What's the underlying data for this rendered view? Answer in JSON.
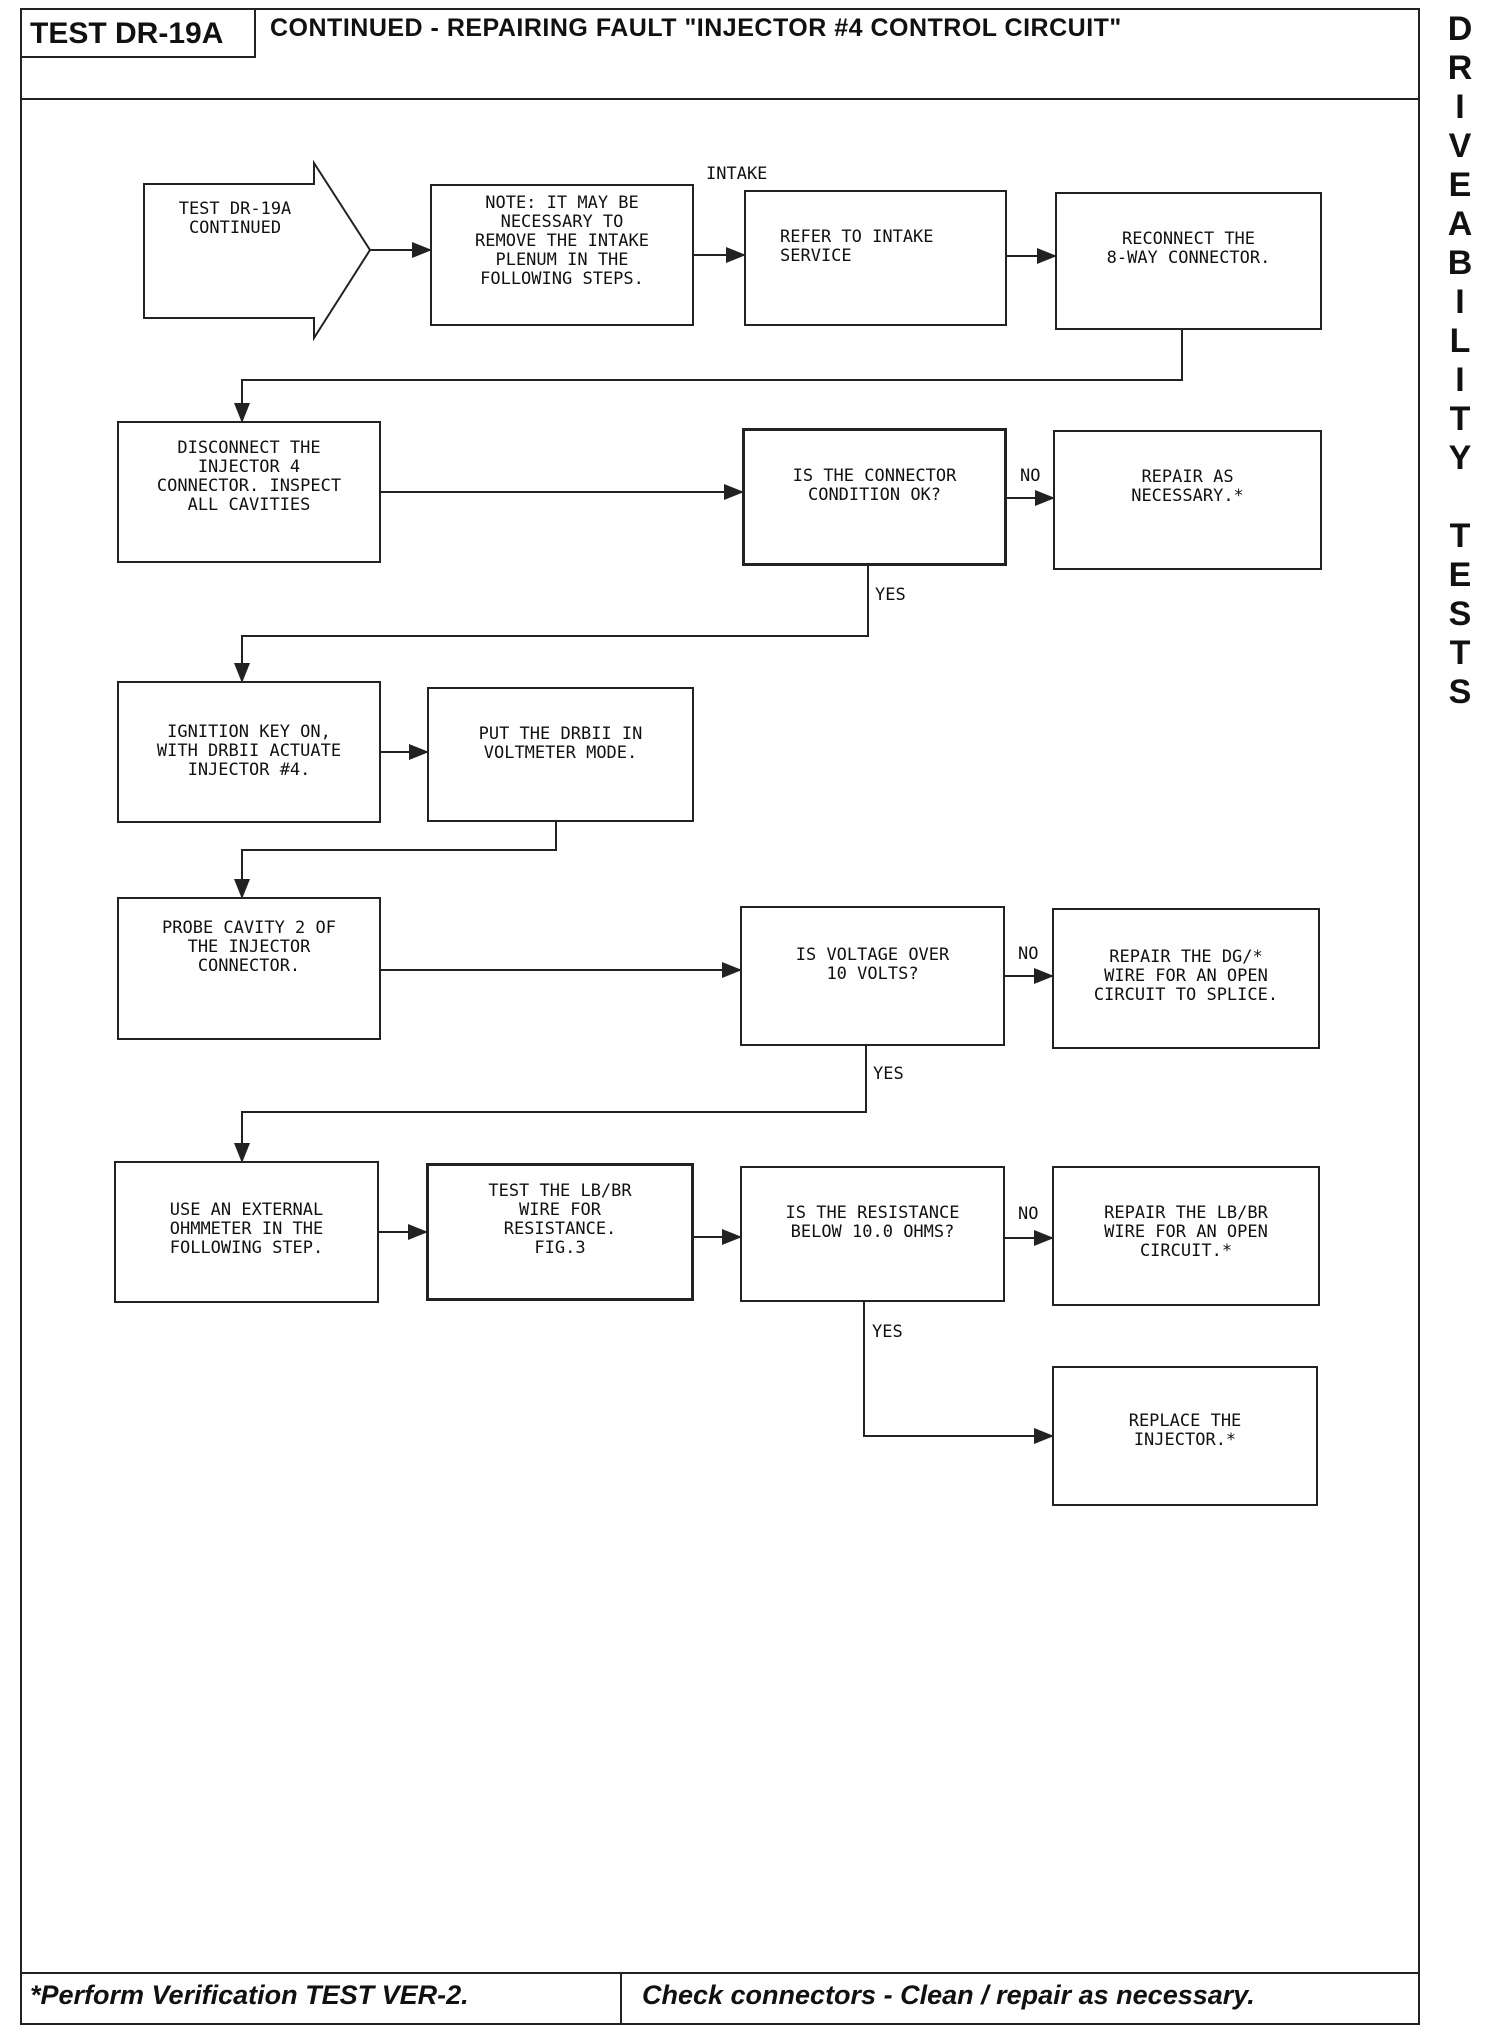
{
  "header": {
    "test_id": "TEST DR-19A",
    "title": "CONTINUED - REPAIRING FAULT \"INJECTOR #4 CONTROL CIRCUIT\""
  },
  "side_tab": [
    "D",
    "R",
    "I",
    "V",
    "E",
    "A",
    "B",
    "I",
    "L",
    "I",
    "T",
    "Y",
    "",
    "T",
    "E",
    "S",
    "T",
    "S"
  ],
  "flowchart": {
    "start": "TEST DR-19A\nCONTINUED",
    "note": "NOTE: IT MAY BE\nNECESSARY TO\nREMOVE THE INTAKE\nPLENUM IN THE\nFOLLOWING STEPS.",
    "intake_label": "INTAKE",
    "refer_intake": "REFER TO INTAKE\nSERVICE",
    "reconnect": "RECONNECT THE\n8-WAY CONNECTOR.",
    "disconnect": "DISCONNECT THE\nINJECTOR 4\nCONNECTOR. INSPECT\nALL CAVITIES",
    "q_connector": "IS THE CONNECTOR\nCONDITION OK?",
    "repair_necessary": "REPAIR AS\nNECESSARY.*",
    "ignition": "IGNITION KEY ON,\nWITH DRBII ACTUATE\nINJECTOR #4.",
    "voltmeter": "PUT THE DRBII IN\nVOLTMETER MODE.",
    "probe": "PROBE CAVITY 2 OF\nTHE INJECTOR\nCONNECTOR.",
    "q_voltage": "IS VOLTAGE OVER\n10 VOLTS?",
    "repair_dg": "REPAIR THE DG/*\nWIRE FOR AN OPEN\nCIRCUIT TO SPLICE.",
    "ohmmeter": "USE AN EXTERNAL\nOHMMETER IN THE\nFOLLOWING STEP.",
    "test_lbbr": "TEST THE LB/BR\nWIRE FOR\nRESISTANCE.\nFIG.3",
    "q_resistance": "IS THE RESISTANCE\nBELOW 10.0 OHMS?",
    "repair_lbbr": "REPAIR THE LB/BR\nWIRE FOR AN OPEN\nCIRCUIT.*",
    "replace": "REPLACE THE\nINJECTOR.*",
    "yes": "YES",
    "no": "NO"
  },
  "footer": {
    "left": "*Perform Verification TEST VER-2.",
    "right": "Check connectors - Clean / repair as necessary."
  }
}
